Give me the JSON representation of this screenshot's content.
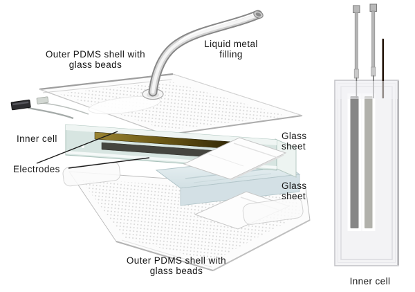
{
  "figure": {
    "type": "exploded-device-diagram",
    "background": "#ffffff",
    "labels": {
      "outer_shell_top": {
        "line1": "Outer PDMS shell with",
        "line2": "glass beads"
      },
      "liquid_metal": {
        "line1": "Liquid metal",
        "line2": "filling"
      },
      "inner_cell_side": "Inner cell",
      "electrodes": "Electrodes",
      "glass_sheet_upper": {
        "line1": "Glass",
        "line2": "sheet"
      },
      "glass_sheet_lower": {
        "line1": "Glass",
        "line2": "sheet"
      },
      "outer_shell_bottom": {
        "line1": "Outer PDMS shell with",
        "line2": "glass beads"
      },
      "inner_cell_panel": "Inner cell"
    },
    "colors": {
      "text": "#161616",
      "leader_line": "#1a1a1a",
      "inner_cell_body": "#d7e5e1",
      "electrode_dark": "#45453f",
      "glass_sheet": "#fdfdfd",
      "pdms_shell": "#fcfcfc",
      "shell_dots": "#d6d6d6",
      "panel_body": "#f3f3f5",
      "panel_electrode_left": "#868686",
      "panel_electrode_right": "#b1b1ab",
      "needle_metal": "#b6b6b6",
      "wire_dark": "#201106"
    }
  }
}
